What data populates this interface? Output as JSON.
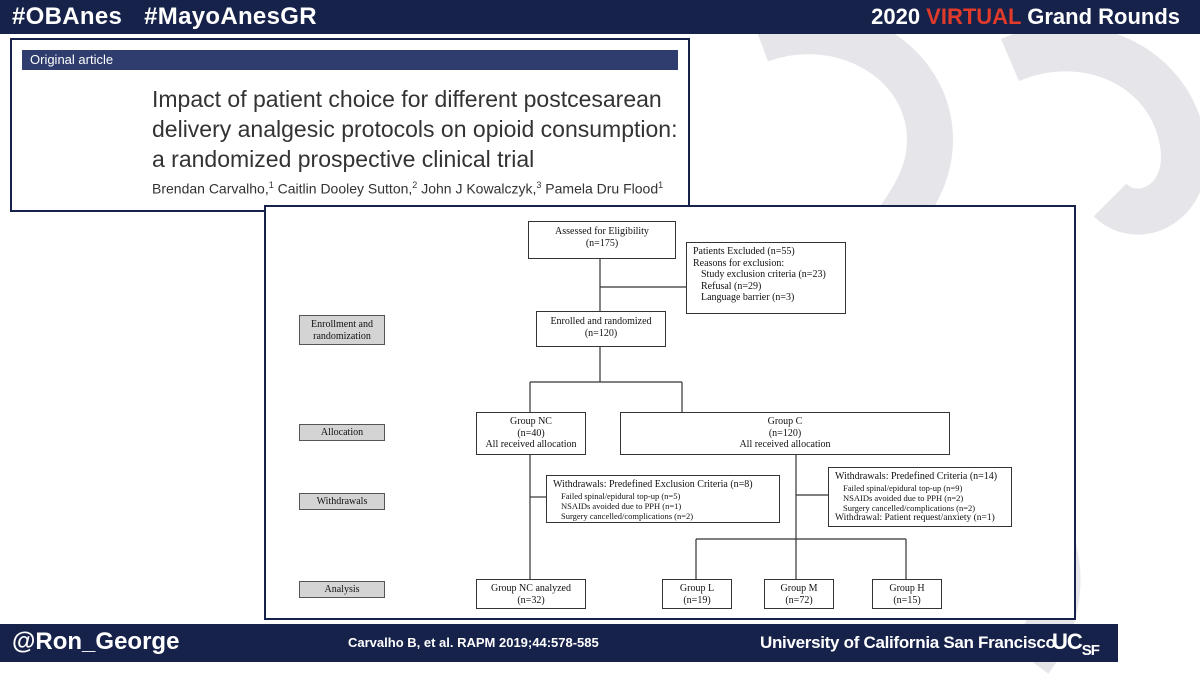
{
  "header": {
    "hashtags": [
      "#OBAnes",
      "#MayoAnesGR"
    ],
    "event_prefix": "2020 ",
    "event_highlight": "VIRTUAL",
    "event_suffix": " Grand Rounds"
  },
  "article": {
    "label": "Original article",
    "title": "Impact of patient choice for different postcesarean delivery analgesic protocols on opioid consumption: a randomized prospective clinical trial",
    "authors": [
      {
        "name": "Brendan Carvalho,",
        "sup": "1"
      },
      {
        "name": " Caitlin Dooley Sutton,",
        "sup": "2"
      },
      {
        "name": " John J Kowalczyk,",
        "sup": "3"
      },
      {
        "name": " Pamela Dru Flood",
        "sup": "1"
      }
    ]
  },
  "flowchart": {
    "stages": [
      "Enrollment and randomization",
      "Allocation",
      "Withdrawals",
      "Analysis"
    ],
    "assessed": {
      "label": "Assessed for Eligibility",
      "n": "(n=175)"
    },
    "excluded": {
      "title": "Patients Excluded  (n=55)",
      "reasons_label": "Reasons for exclusion:",
      "reasons": [
        "Study exclusion criteria (n=23)",
        "Refusal (n=29)",
        "Language barrier (n=3)"
      ]
    },
    "enrolled": {
      "label": "Enrolled and randomized",
      "n": "(n=120)"
    },
    "group_nc": {
      "label": "Group NC",
      "n": "(n=40)",
      "note": "All received allocation"
    },
    "group_c": {
      "label": "Group C",
      "n": "(n=120)",
      "note": "All received allocation"
    },
    "withdrawals_nc": {
      "title": "Withdrawals: Predefined Exclusion Criteria (n=8)",
      "items": [
        "Failed spinal/epidural top-up (n=5)",
        "NSAIDs avoided due to PPH (n=1)",
        "Surgery cancelled/complications (n=2)"
      ]
    },
    "withdrawals_c": {
      "title": "Withdrawals: Predefined Criteria (n=14)",
      "items": [
        "Failed spinal/epidural top-up (n=9)",
        "NSAIDs avoided due to PPH (n=2)",
        "Surgery cancelled/complications (n=2)"
      ],
      "extra": "Withdrawal: Patient request/anxiety (n=1)"
    },
    "analyzed_nc": {
      "label": "Group NC analyzed",
      "n": "(n=32)"
    },
    "group_l": {
      "label": "Group L",
      "n": "(n=19)"
    },
    "group_m": {
      "label": "Group M",
      "n": "(n=72)"
    },
    "group_h": {
      "label": "Group H",
      "n": "(n=15)"
    }
  },
  "footer": {
    "handle": "@Ron_George",
    "citation": "Carvalho B, et al. RAPM 2019;44:578-585",
    "university": "University of California San Francisco",
    "logo_main": "UC",
    "logo_sub": "SF"
  },
  "colors": {
    "navy": "#16224a",
    "highlight": "#e03a2a",
    "band": "#2e3d6e",
    "stage_fill": "#d4d4d4"
  }
}
